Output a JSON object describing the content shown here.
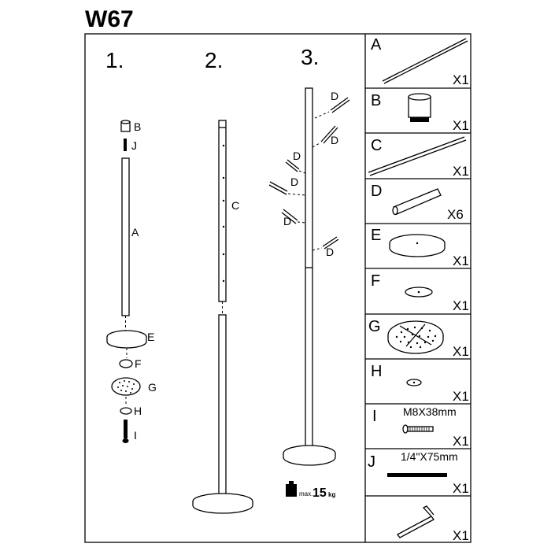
{
  "title": "W67",
  "steps": [
    "1.",
    "2.",
    "3."
  ],
  "step1_labels": {
    "B": "B",
    "J": "J",
    "A": "A",
    "E": "E",
    "F": "F",
    "G": "G",
    "H": "H",
    "I": "I"
  },
  "step2_labels": {
    "C": "C"
  },
  "step3_labels": {
    "D": "D"
  },
  "weight": {
    "prefix": "max.",
    "value": "15",
    "unit": "kg"
  },
  "parts": [
    {
      "letter": "A",
      "qty": "X1"
    },
    {
      "letter": "B",
      "qty": "X1"
    },
    {
      "letter": "C",
      "qty": "X1"
    },
    {
      "letter": "D",
      "qty": "X6"
    },
    {
      "letter": "E",
      "qty": "X1"
    },
    {
      "letter": "F",
      "qty": "X1"
    },
    {
      "letter": "G",
      "qty": "X1"
    },
    {
      "letter": "H",
      "qty": "X1"
    },
    {
      "letter": "I",
      "qty": "X1",
      "spec": "M8X38mm"
    },
    {
      "letter": "J",
      "qty": "X1",
      "spec": "1/4\"X75mm"
    },
    {
      "letter": "",
      "qty": "X1"
    }
  ]
}
